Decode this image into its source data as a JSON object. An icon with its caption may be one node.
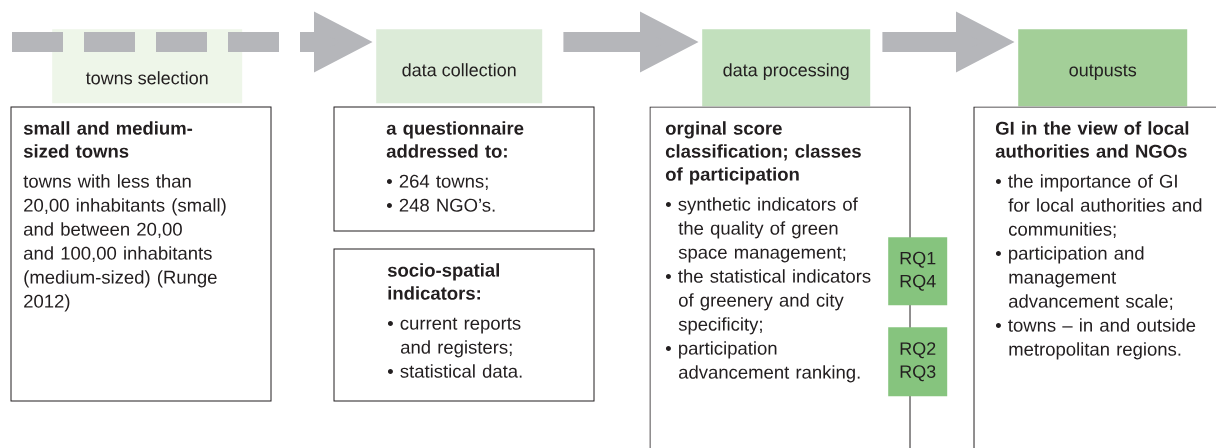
{
  "diagram": {
    "nodes": [
      {
        "text": [
          "towns selection"
        ]
      },
      {
        "text": [
          "small and medium-sized towns",
          "towns with less than 20,00 inhabitants (small) and between 20,00 and 100,00 inhabitants (medium-sized) (Runge 2012)"
        ]
      },
      {
        "text": [
          "data collection"
        ]
      },
      {
        "text": [
          "a questionnaire addressed to:",
          "• 264 towns;",
          "• 248 NGO’s."
        ]
      },
      {
        "text": [
          "socio-spatial indicators:",
          "• current reports and registers;",
          "• statistical data."
        ]
      },
      {
        "text": [
          "data processing"
        ]
      },
      {
        "text": [
          "orginal score classification; classes of participation",
          "• synthetic indicators of the quality of green space management;",
          "• the statistical indicators of greenery and city specificity;",
          "• participation advancement ranking."
        ]
      },
      {
        "text": [
          "RQ1 RQ4"
        ]
      },
      {
        "text": [
          "RQ2 RQ3"
        ]
      },
      {
        "text": [
          "outpusts"
        ]
      },
      {
        "text": [
          "GI in the view of local authorities and NGOs",
          "• the importance of GI for local authorities and communities;",
          "• participation and management advancement scale;",
          "• towns – in and outside metropolitan regions."
        ]
      }
    ],
    "edges": [
      {
        "from": null,
        "to": 2,
        "arrow": "to",
        "style": "dashed"
      },
      {
        "from": 2,
        "to": 5,
        "arrow": "to"
      },
      {
        "from": 5,
        "to": 9,
        "arrow": "to"
      }
    ]
  }
}
